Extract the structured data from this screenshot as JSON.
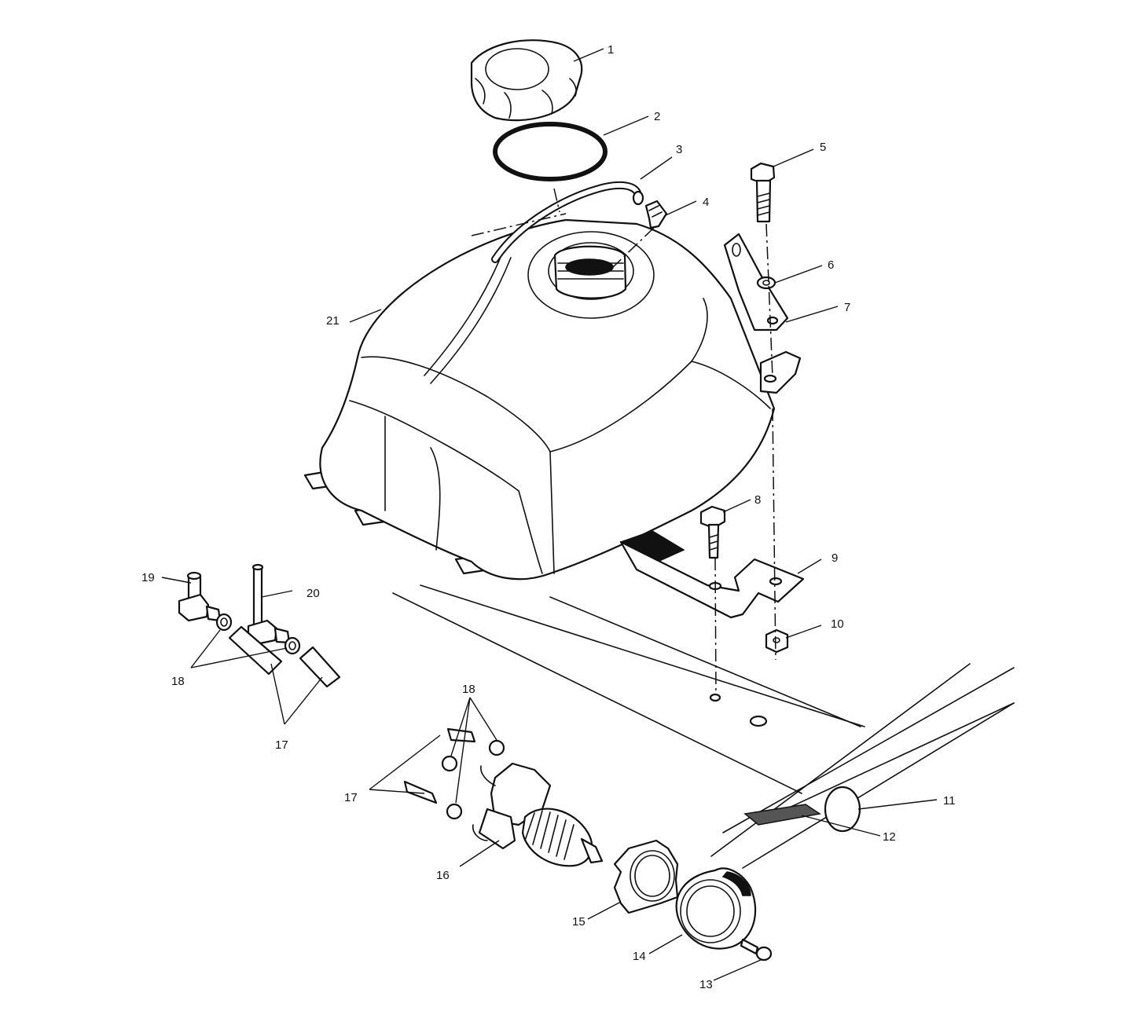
{
  "callouts": {
    "c1": "1",
    "c2": "2",
    "c3": "3",
    "c4": "4",
    "c5": "5",
    "c6": "6",
    "c7": "7",
    "c8": "8",
    "c9": "9",
    "c10": "10",
    "c11": "11",
    "c12": "12",
    "c13": "13",
    "c14": "14",
    "c15": "15",
    "c16": "16",
    "c17a": "17",
    "c17b": "17",
    "c18a": "18",
    "c18b": "18",
    "c19": "19",
    "c20": "20",
    "c21": "21"
  }
}
